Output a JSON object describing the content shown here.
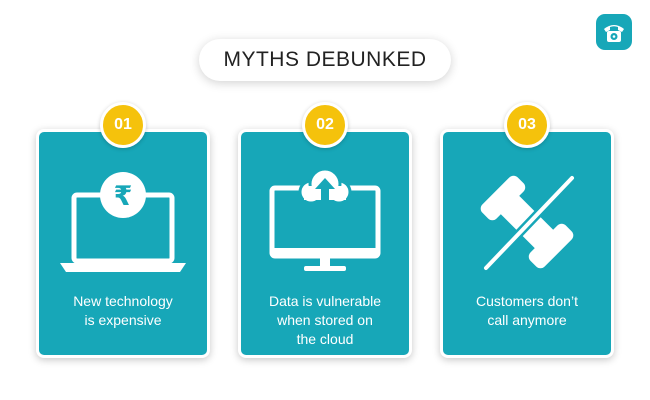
{
  "title": "MYTHS DEBUNKED",
  "colors": {
    "teal": "#17a7b8",
    "badge_yellow": "#f5c20c",
    "white": "#ffffff"
  },
  "logo": {
    "icon": "telephone-icon"
  },
  "cards": [
    {
      "number": "01",
      "icon": "laptop-rupee-icon",
      "caption_lines": [
        "New technology",
        "is expensive"
      ]
    },
    {
      "number": "02",
      "icon": "monitor-cloud-upload-icon",
      "caption_lines": [
        "Data is vulnerable",
        "when stored on",
        "the cloud"
      ]
    },
    {
      "number": "03",
      "icon": "no-phone-icon",
      "caption_lines": [
        "Customers don’t",
        "call anymore"
      ]
    }
  ]
}
